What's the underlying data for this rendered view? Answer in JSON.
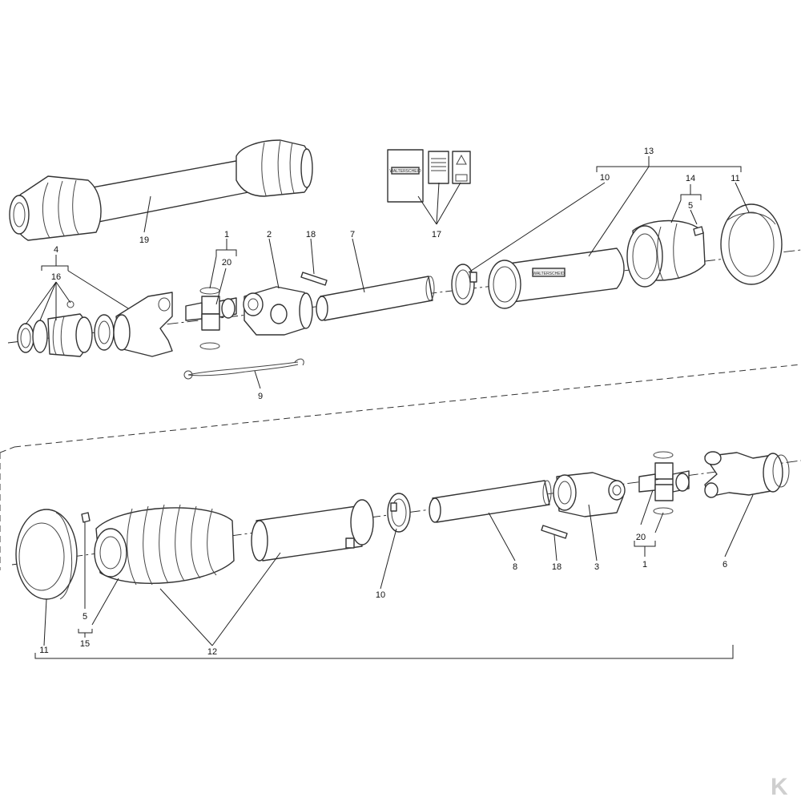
{
  "diagram": {
    "callouts": {
      "c1_top": "1",
      "c2_top": "2",
      "c4_top": "4",
      "c5_top": "5",
      "c7": "7",
      "c9": "9",
      "c10_top": "10",
      "c11_top": "11",
      "c13": "13",
      "c14": "14",
      "c16": "16",
      "c17": "17",
      "c18_top": "18",
      "c19": "19",
      "c20_top": "20",
      "c1_bot": "1",
      "c3": "3",
      "c5_bot": "5",
      "c6": "6",
      "c8": "8",
      "c10_bot": "10",
      "c11_bot": "11",
      "c12": "12",
      "c15": "15",
      "c18_bot": "18",
      "c20_bot": "20"
    },
    "decal_text": "WALTERSCHEID",
    "tube_text": "WALTERSCHEID",
    "logo_text": "K"
  }
}
